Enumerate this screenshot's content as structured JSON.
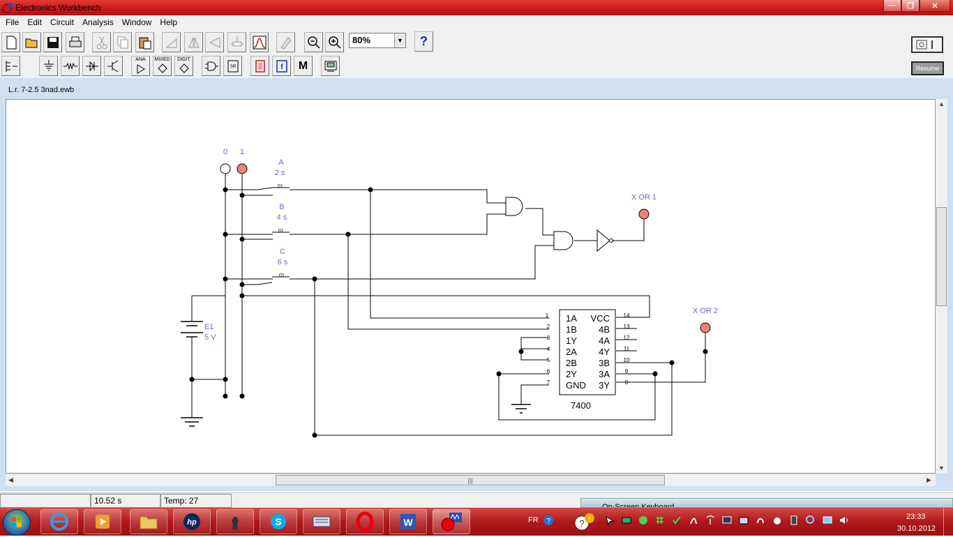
{
  "window": {
    "title": "Electronics Workbench",
    "min_label": "—",
    "max_label": "❐",
    "close_label": "✕"
  },
  "menu": [
    "File",
    "Edit",
    "Circuit",
    "Analysis",
    "Window",
    "Help"
  ],
  "toolbar": {
    "zoom": "80%",
    "help": "?"
  },
  "toolbar2": {
    "ana": "ANA",
    "mixed": "MIXED",
    "digit": "DIGIT",
    "misc": "M"
  },
  "resume_label": "Resume",
  "document": {
    "title": "L.r. 7-2.5 3nad.ewb"
  },
  "circuit": {
    "probe0": "0",
    "probe1": "1",
    "switch_a": "A",
    "switch_a_t": "2 s",
    "switch_b": "B",
    "switch_b_t": "4 s",
    "switch_c": "C",
    "switch_c_t": "6 s",
    "sw_label": "01",
    "xor1": "X OR 1",
    "xor2": "X OR 2",
    "battery": "E1",
    "battery_v": "5 V",
    "chip": "7400",
    "pins_left": [
      "1A",
      "1B",
      "1Y",
      "2A",
      "2B",
      "2Y",
      "GND"
    ],
    "pins_right": [
      "VCC",
      "4B",
      "4A",
      "4Y",
      "3B",
      "3A",
      "3Y"
    ],
    "nums_left": [
      "1",
      "2",
      "3",
      "4",
      "5",
      "6",
      "7"
    ],
    "nums_right": [
      "14",
      "13",
      "12",
      "11",
      "10",
      "9",
      "8"
    ]
  },
  "status": {
    "time": "10.52 s",
    "temp": "Temp:  27"
  },
  "osk_title": "On-Screen Keyboard",
  "tray": {
    "lang": "FR",
    "time": "23:33",
    "date": "30.10.2012"
  },
  "colors": {
    "accent": "#c8171a",
    "probe_on": "#f08080",
    "wire": "#000000",
    "label": "#6a6ac8"
  }
}
